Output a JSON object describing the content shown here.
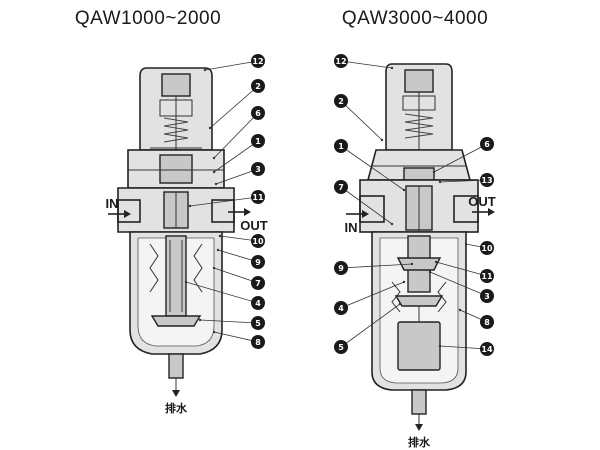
{
  "left": {
    "title": "QAW1000~2000",
    "in_label": "IN",
    "out_label": "OUT",
    "drain_label": "排水",
    "callouts": [
      {
        "n": "12"
      },
      {
        "n": "2"
      },
      {
        "n": "6"
      },
      {
        "n": "1"
      },
      {
        "n": "3"
      },
      {
        "n": "11"
      },
      {
        "n": "10"
      },
      {
        "n": "9"
      },
      {
        "n": "7"
      },
      {
        "n": "4"
      },
      {
        "n": "5"
      },
      {
        "n": "8"
      }
    ]
  },
  "right": {
    "title": "QAW3000~4000",
    "in_label": "IN",
    "out_label": "OUT",
    "drain_label": "排水",
    "callouts": [
      {
        "n": "12"
      },
      {
        "n": "2"
      },
      {
        "n": "1"
      },
      {
        "n": "7"
      },
      {
        "n": "9"
      },
      {
        "n": "4"
      },
      {
        "n": "5"
      },
      {
        "n": "6"
      },
      {
        "n": "13"
      },
      {
        "n": "10"
      },
      {
        "n": "11"
      },
      {
        "n": "3"
      },
      {
        "n": "8"
      },
      {
        "n": "14"
      }
    ]
  }
}
